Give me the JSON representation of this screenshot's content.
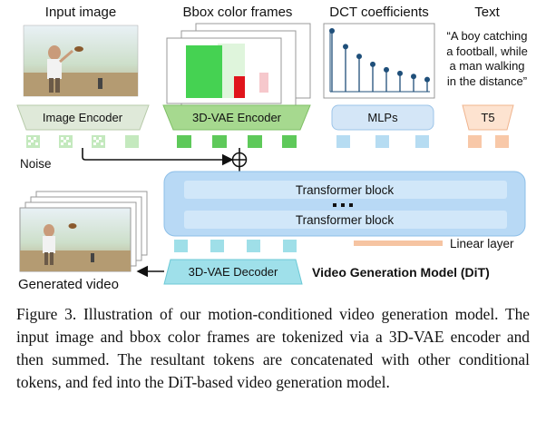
{
  "headers": {
    "input_image": "Input image",
    "bbox_frames": "Bbox color frames",
    "dct": "DCT coefficients",
    "text": "Text"
  },
  "prompt_lines": [
    "“A boy catching",
    "a football, while",
    "a man walking",
    "in the distance”"
  ],
  "encoders": {
    "image": "Image Encoder",
    "vae": "3D-VAE Encoder",
    "mlps": "MLPs",
    "t5": "T5"
  },
  "noise_label": "Noise",
  "transformer": {
    "block_top": "Transformer block",
    "block_bottom": "Transformer block"
  },
  "linear_layer": "Linear layer",
  "decoder": "3D-VAE Decoder",
  "generated_video": "Generated video",
  "model_title": "Video Generation Model (DiT)",
  "caption": "Figure 3. Illustration of our motion-conditioned video generation model. The input image and bbox color frames are tokenized via a 3D-VAE encoder and then summed. The resultant tokens are concatenated with other conditional tokens, and fed into the DiT-based video generation model.",
  "colors": {
    "image_encoder": "#dfe9d9",
    "vae_encoder": "#a6d98f",
    "mlps": "#d4e6f7",
    "t5": "#fde3d0",
    "transformer": "#b8d9f5",
    "decoder": "#9fe0ea",
    "linear_layer": "#f6c4a2",
    "token_noise": "#c4e9be",
    "token_vae": "#5ec95a",
    "token_mlp": "#b6dcf2",
    "token_t5": "#f8c8a8",
    "token_dit": "#9fdfe8"
  },
  "dct_values": [
    1.0,
    0.74,
    0.58,
    0.45,
    0.36,
    0.3,
    0.25,
    0.2
  ]
}
